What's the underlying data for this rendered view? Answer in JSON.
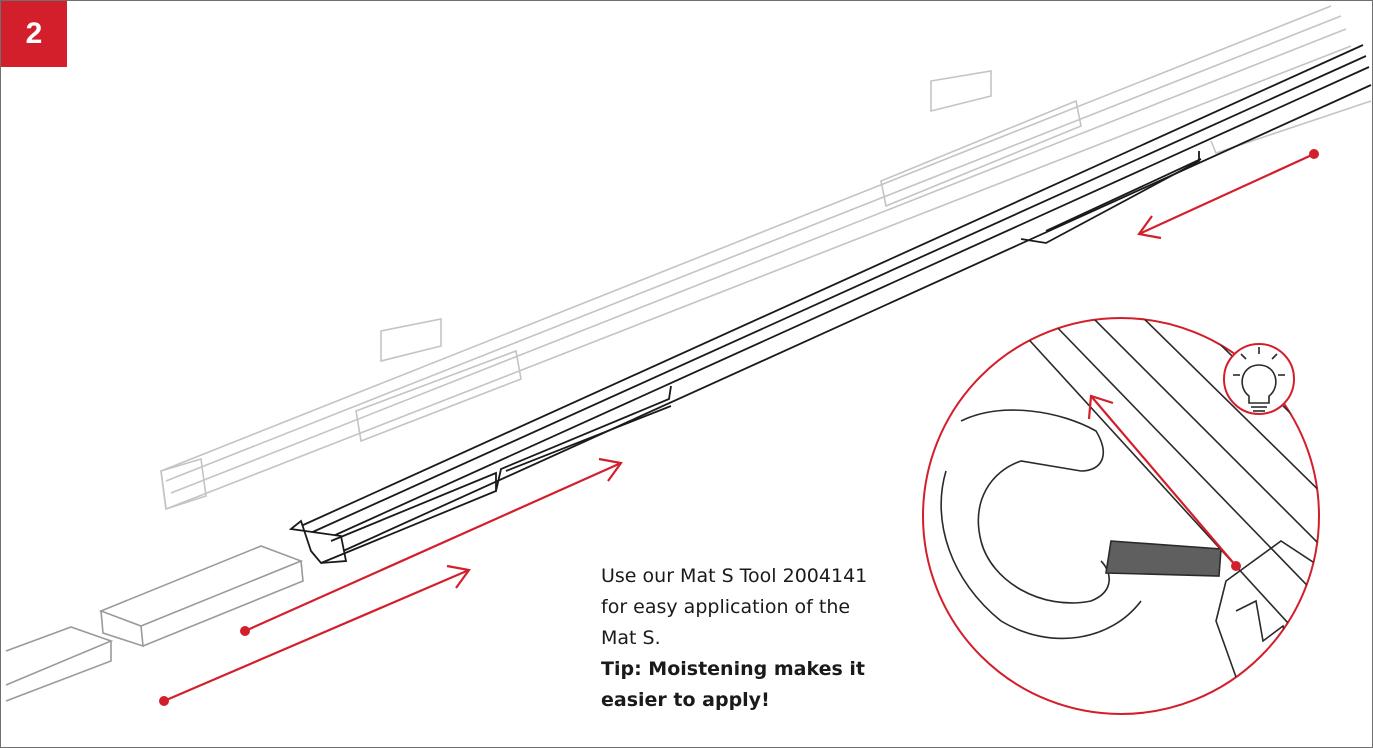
{
  "step": {
    "number": "2"
  },
  "instruction": {
    "lines": [
      "Use our Mat S Tool 2004141",
      "for easy application of the",
      "Mat S."
    ],
    "tip_lines": [
      "Tip: Moistening makes it",
      "easier to apply!"
    ]
  },
  "icons": {
    "tip": "lightbulb-icon",
    "direction_arrows": "arrow-right-icon",
    "slide_arrow": "arrow-left-icon"
  },
  "colors": {
    "accent": "#d31f2c",
    "line_art": "#1a1a1a",
    "faded_line_art": "#bdbdbd",
    "frame": "#6f6f6f"
  }
}
